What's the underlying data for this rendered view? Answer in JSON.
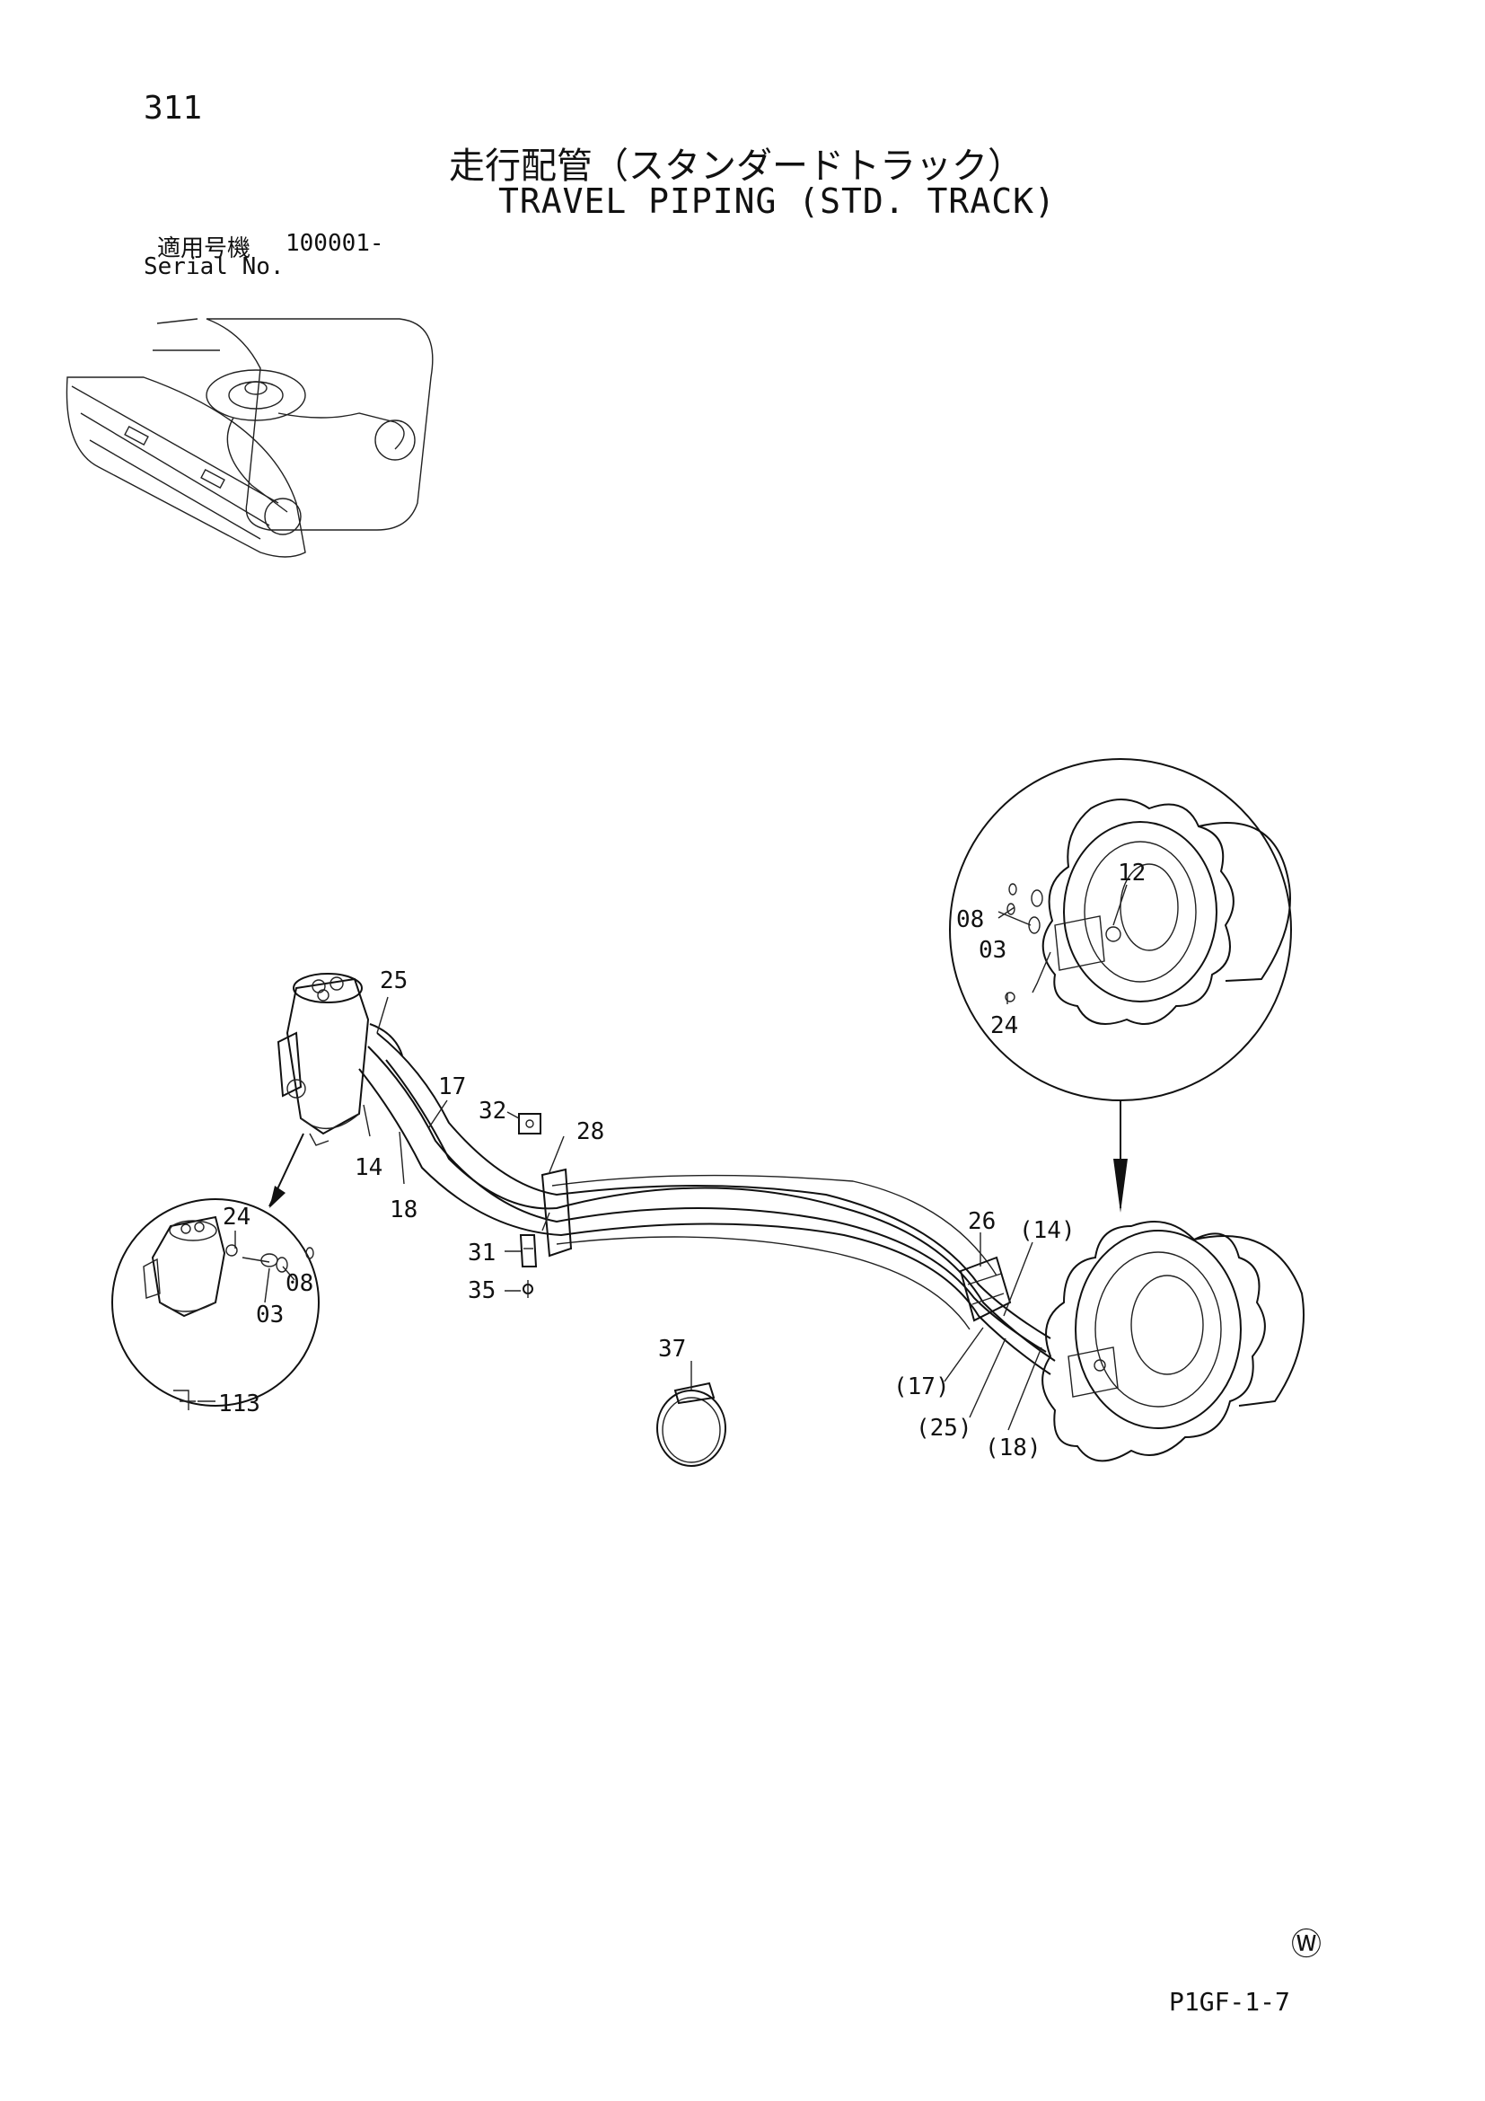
{
  "header": {
    "page_number": "311",
    "title_ja": "走行配管（スタンダードトラック）",
    "title_en": "TRAVEL PIPING (STD. TRACK)",
    "serial_label_ja": "適用号機",
    "serial_value": "100001-",
    "serial_label_en": "Serial No."
  },
  "callouts": {
    "c25": "25",
    "c17": "17",
    "c32": "32",
    "c28": "28",
    "c14": "14",
    "c18": "18",
    "c31": "31",
    "c35": "35",
    "c37": "37",
    "c26": "26",
    "c14p": "(14)",
    "c17p": "(17)",
    "c25p": "(25)",
    "c18p": "(18)",
    "left_detail": {
      "c24": "24",
      "c08": "08",
      "c03": "03",
      "c113": "113"
    },
    "right_detail": {
      "c12": "12",
      "c08": "08",
      "c03": "03",
      "c24": "24"
    }
  },
  "footer": {
    "watermark_symbol": "Ⓦ",
    "drawing_code": "P1GF-1-7"
  }
}
